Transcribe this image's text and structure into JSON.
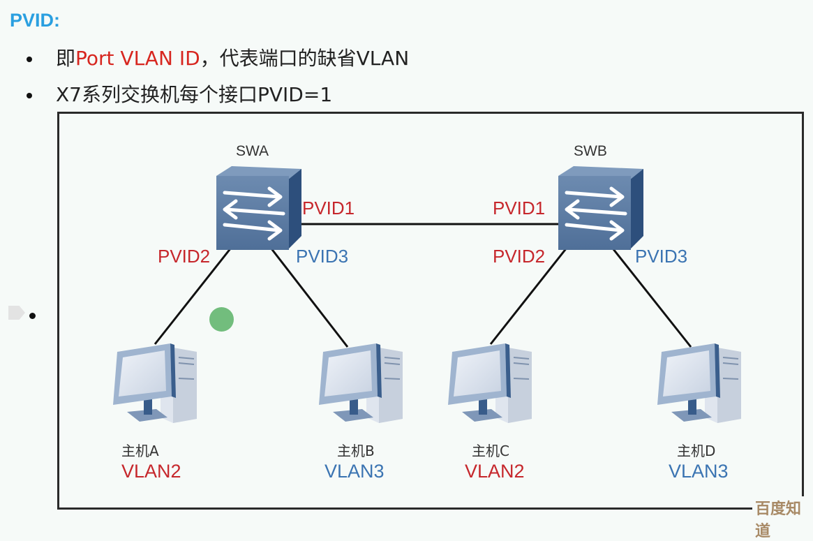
{
  "title": "PVID:",
  "bullets": [
    {
      "prefix": "即",
      "highlight": "Port  VLAN  ID",
      "suffix": "，代表端口的缺省VLAN"
    },
    {
      "text": "X7系列交换机每个接口PVID=1"
    }
  ],
  "diagram": {
    "switches": [
      {
        "name": "SWA",
        "ports": {
          "uplink": "PVID1",
          "left": "PVID2",
          "right": "PVID3"
        }
      },
      {
        "name": "SWB",
        "ports": {
          "uplink": "PVID1",
          "left": "PVID2",
          "right": "PVID3"
        }
      }
    ],
    "hosts": [
      {
        "name": "主机A",
        "vlan": "VLAN2",
        "color": "#c6272c"
      },
      {
        "name": "主机B",
        "vlan": "VLAN3",
        "color": "#3b74b2"
      },
      {
        "name": "主机C",
        "vlan": "VLAN2",
        "color": "#c6272c"
      },
      {
        "name": "主机D",
        "vlan": "VLAN3",
        "color": "#3b74b2"
      }
    ]
  },
  "colors": {
    "title": "#2a9fe0",
    "highlight": "#d7261f",
    "vlan2": "#c6272c",
    "vlan3": "#3b74b2"
  },
  "watermark": "百度知道"
}
